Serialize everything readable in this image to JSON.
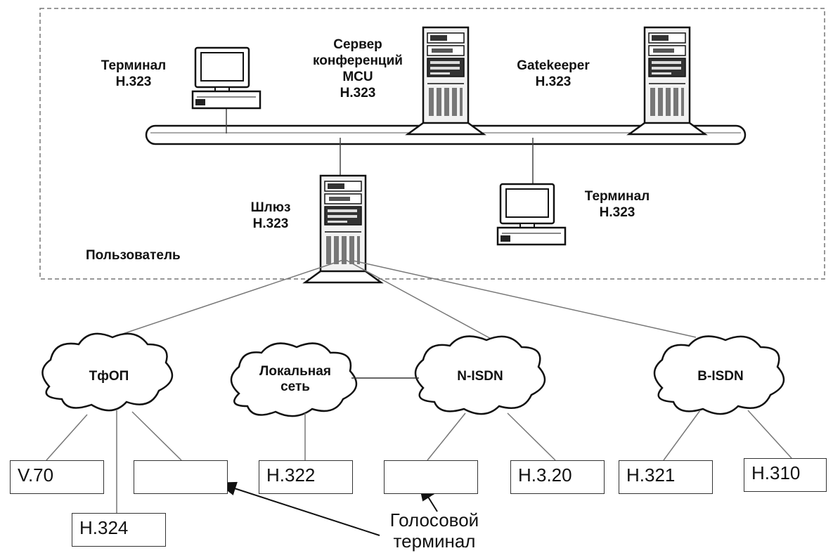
{
  "devices": {
    "terminal_top": "Терминал\nH.323",
    "mcu": "Сервер\nконференций\nMCU\nH.323",
    "gatekeeper": "Gatekeeper\nH.323",
    "gateway": "Шлюз\nH.323",
    "terminal_right": "Терминал\nH.323",
    "user_zone": "Пользователь"
  },
  "networks": {
    "pstn": "ТфОП",
    "lan": "Локальная\nсеть",
    "nisdn": "N-ISDN",
    "bisdn": "B-ISDN"
  },
  "endpoints": {
    "v70": "V.70",
    "h324": "H.324",
    "blank_pstn": "",
    "h322": "H.322",
    "blank_isdn": "",
    "h320": "H.3.20",
    "h321": "H.321",
    "h310": "H.310"
  },
  "annotation": {
    "voice_terminal": "Голосовой\nтерминал"
  }
}
